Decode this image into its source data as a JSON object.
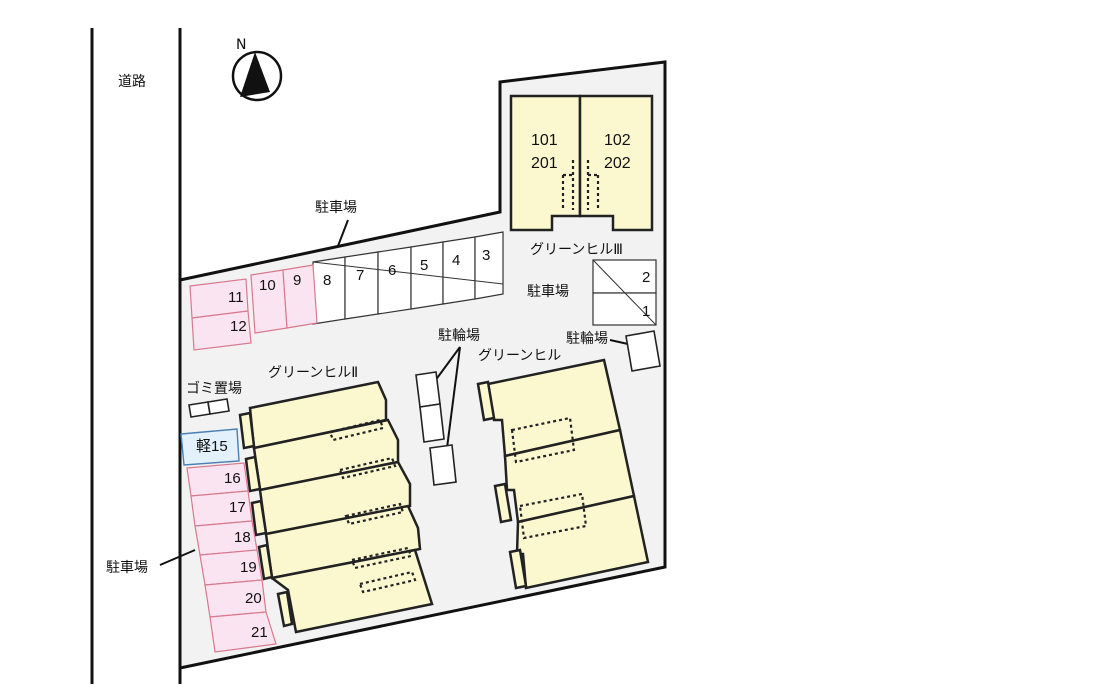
{
  "compass": {
    "north": "N"
  },
  "road": {
    "label": "道路"
  },
  "buildings": [
    {
      "name": "グリーンヒルⅢ",
      "units_top": [
        "101",
        "201"
      ],
      "units_right": [
        "102",
        "202"
      ]
    },
    {
      "name": "グリーンヒルⅡ"
    },
    {
      "name": "グリーンヒル"
    }
  ],
  "labels": {
    "parking": "駐車場",
    "bike_parking": "駐輪場",
    "garbage": "ゴミ置場"
  },
  "parking_spaces": {
    "top_row": [
      "8",
      "7",
      "6",
      "5",
      "4",
      "3"
    ],
    "pink_top": [
      "10",
      "9"
    ],
    "left_top": [
      "11",
      "12"
    ],
    "right": [
      "2",
      "1"
    ],
    "kei": "軽15",
    "left_column": [
      "16",
      "17",
      "18",
      "19",
      "20",
      "21"
    ]
  },
  "colors": {
    "building": "#fbf8cf",
    "site": "#f2f2f2",
    "parking_pink": "#fbe4f1",
    "parking_blue": "#e2f1fb"
  }
}
